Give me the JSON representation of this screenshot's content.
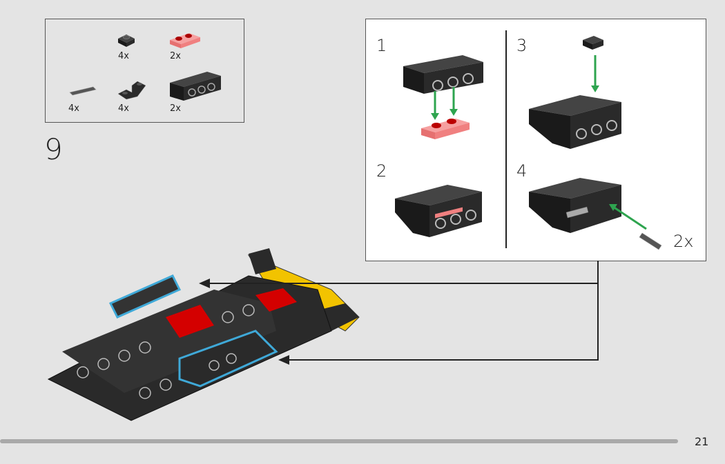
{
  "parts_list": {
    "items": [
      {
        "name": "plate-1x1",
        "quantity": "4x",
        "color": "#222222"
      },
      {
        "name": "plate-1x2-trans-red",
        "quantity": "2x",
        "color": "#f08080"
      },
      {
        "name": "pin-connector",
        "quantity": "4x",
        "color": "#444444"
      },
      {
        "name": "bracket-inverted",
        "quantity": "4x",
        "color": "#222222"
      },
      {
        "name": "technic-brick-1x4",
        "quantity": "2x",
        "color": "#222222"
      }
    ]
  },
  "step": {
    "number": "9"
  },
  "sub_assembly": {
    "steps": [
      {
        "number": "1"
      },
      {
        "number": "2"
      },
      {
        "number": "3"
      },
      {
        "number": "4",
        "multiplier": "2x"
      }
    ]
  },
  "page_number": "21",
  "colors": {
    "arrow_green": "#2ea44f",
    "highlight_blue": "#3fa9d8",
    "brick_black": "#2a2a2a",
    "yellow": "#f2c300",
    "red": "#d40000"
  }
}
